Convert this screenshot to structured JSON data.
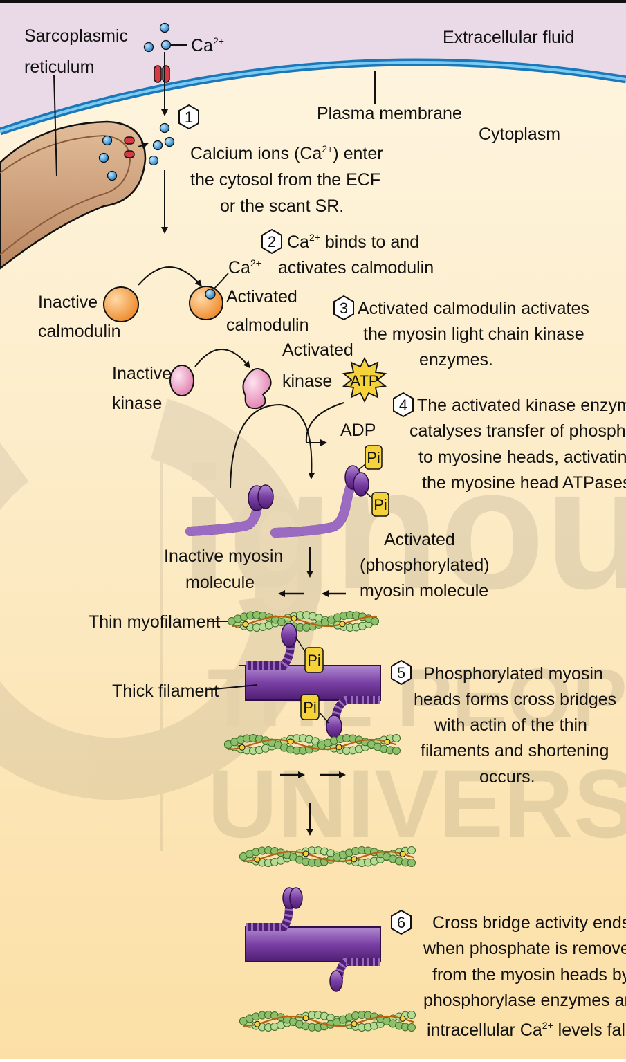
{
  "labels": {
    "sarcoplasmic_1": "Sarcoplasmic",
    "sarcoplasmic_2": "reticulum",
    "ca_ion": "Ca",
    "ca_charge": "2+",
    "extracellular": "Extracellular fluid",
    "plasma_membrane": "Plasma membrane",
    "cytoplasm": "Cytoplasm",
    "inactive_calmodulin_1": "Inactive",
    "inactive_calmodulin_2": "calmodulin",
    "activated_calmodulin_1": "Activated",
    "activated_calmodulin_2": "calmodulin",
    "inactive_kinase_1": "Inactive",
    "inactive_kinase_2": "kinase",
    "activated_kinase_1": "Activated",
    "activated_kinase_2": "kinase",
    "atp": "ATP",
    "adp": "ADP",
    "pi": "Pi",
    "inactive_myosin_1": "Inactive myosin",
    "inactive_myosin_2": "molecule",
    "activated_myosin_1": "Activated",
    "activated_myosin_2": "(phosphorylated)",
    "activated_myosin_3": "myosin molecule",
    "thin_myofilament": "Thin myofilament",
    "thick_filament": "Thick filament"
  },
  "steps": [
    {
      "number": "1",
      "lines": [
        "Calcium ions (Ca",
        "2+",
        ") enter",
        "the cytosol from the ECF",
        "or the scant SR."
      ]
    },
    {
      "number": "2",
      "lines": [
        "Ca",
        "2+",
        " binds to and",
        "activates calmodulin"
      ]
    },
    {
      "number": "3",
      "lines": [
        "Activated calmodulin activates",
        "the myosin light chain kinase",
        "enzymes."
      ]
    },
    {
      "number": "4",
      "lines": [
        "The activated kinase enzyme",
        "catalyses transfer of phosphate",
        "to myosine heads, activating",
        "the myosine head ATPases."
      ]
    },
    {
      "number": "5",
      "lines": [
        "Phosphorylated myosin",
        "heads forms cross bridges",
        "with actin of the thin",
        "filaments and shortening",
        "occurs."
      ]
    },
    {
      "number": "6",
      "lines": [
        "Cross bridge activity ends",
        "when phosphate is removed",
        "from the myosin heads by",
        "phosphorylase enzymes and",
        "intracellular Ca",
        "2+",
        " levels fall."
      ]
    }
  ],
  "watermark": {
    "line1": "ignou",
    "line2": "THE PEOPLE'S",
    "line3": "UNIVERSITY"
  },
  "colors": {
    "ecf": "#ead9e6",
    "cytoplasm_top": "#fdf3dc",
    "cytoplasm_bottom": "#fbe0a8",
    "membrane": "#2e9ad6",
    "sr": "#c79a74",
    "calcium": "#2d8fd0",
    "calmodulin": "#f5a04a",
    "kinase": "#f2a3c6",
    "myosin": "#7b3fa0",
    "pi_badge": "#f6d23a",
    "actin": "#9cc97a"
  }
}
